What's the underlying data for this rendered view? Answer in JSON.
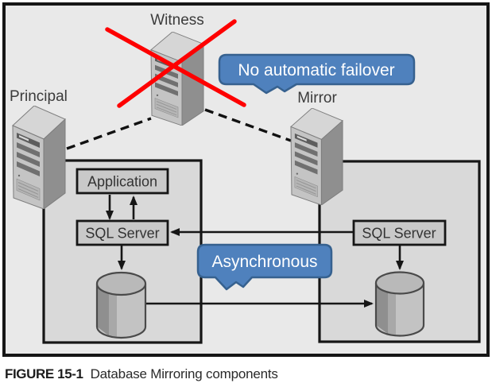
{
  "caption": {
    "label": "FIGURE 15-1",
    "text": "Database Mirroring components"
  },
  "nodes": {
    "witness": {
      "label": "Witness"
    },
    "principal": {
      "label": "Principal"
    },
    "mirror": {
      "label": "Mirror"
    },
    "application": {
      "label": "Application"
    },
    "sql_left": {
      "label": "SQL Server"
    },
    "sql_right": {
      "label": "SQL Server"
    }
  },
  "callouts": {
    "failover": {
      "text": "No automatic failover"
    },
    "async": {
      "text": "Asynchronous"
    }
  },
  "colors": {
    "callout_fill": "#4f81bd",
    "callout_border": "#36618f",
    "cross_red": "#fe0000",
    "diagram_bg": "#e9e9e9",
    "panel_fill": "#d9d9d9",
    "node_box_fill": "#c9c9c9",
    "line": "#161616"
  }
}
